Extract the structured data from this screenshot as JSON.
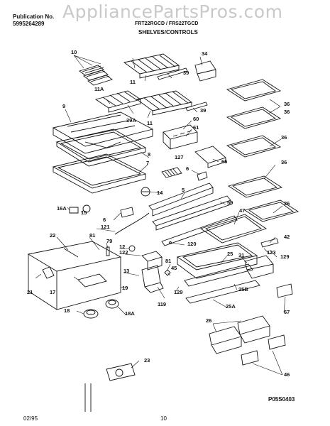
{
  "header": {
    "publication_label": "Publication No.",
    "publication_number": "5995264289",
    "model": "FRT22RGCD / FRS22TGCD",
    "section_title": "SHELVES/CONTROLS",
    "watermark": "AppliancePartsPros.com"
  },
  "diagram_code": "P05S0403",
  "footer": {
    "date": "02/95",
    "page": "10"
  },
  "part_labels": [
    "10",
    "11",
    "34",
    "39",
    "11A",
    "39A",
    "11",
    "39",
    "9",
    "36",
    "36",
    "60",
    "61",
    "36",
    "8",
    "127",
    "7",
    "66",
    "6",
    "36",
    "5",
    "14",
    "16A",
    "15",
    "59",
    "47",
    "6",
    "121",
    "36",
    "22",
    "81",
    "42",
    "123",
    "120",
    "79",
    "12",
    "122",
    "25",
    "31",
    "129",
    "13",
    "21",
    "17",
    "19",
    "81",
    "45",
    "129",
    "25B",
    "119",
    "18",
    "18A",
    "25A",
    "67",
    "26",
    "23",
    "46"
  ]
}
